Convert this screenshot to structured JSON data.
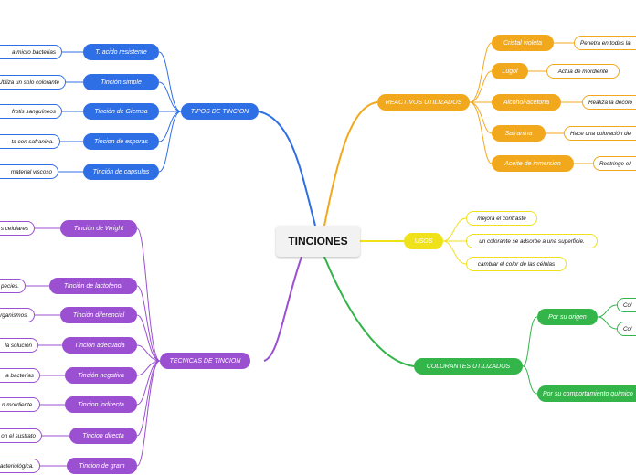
{
  "root": "TINCIONES",
  "tipos": {
    "label": "TIPOS DE TINCION",
    "items": [
      "T. acido resistente",
      "Tinción simple",
      "Tinción de Giemsa",
      "Tincion de esporas",
      "Tinción de capsulas"
    ],
    "leaves": [
      "a micro bacterias",
      "Utiliza un solo colorante",
      "frotis sanguíneos",
      "ta con safranina.",
      "material viscoso"
    ]
  },
  "tecnicas": {
    "label": "TECNICAS  DE  TINCION",
    "items": [
      "Tinción de Wright",
      "Tinción  de lactofenol",
      "Tinción diferencial",
      "Tinción adecuada",
      "Tinción negativa",
      "Tincion indirecta",
      "Tincion directa",
      "Tincion de gram"
    ],
    "leaves": [
      "s celulares",
      "pecies.",
      "rganismos.",
      "la solución",
      "a bacterias",
      "n mordiente.",
      "on el sustrato",
      "acteriológica."
    ]
  },
  "reactivos": {
    "label": "REACTIVOS UTILIZADOS",
    "items": [
      "Cristal violeta",
      "Lugol",
      "Alcohol-acetona",
      "Safranina",
      "Aceite de inmersion"
    ],
    "leaves": [
      "Penetra en todas la",
      "Actúa de mordiente",
      "Realiza la decolo",
      "Hace una coloración de",
      "Restringe el"
    ]
  },
  "usos": {
    "label": "USOS",
    "leaves": [
      "mejora el contraste",
      "un colorante se adsorbe a una superficie.",
      "cambiar el color de las células"
    ]
  },
  "colorantes": {
    "label": "COLORANTES UTILIZADOS",
    "items": [
      "Por su origen",
      "Por su comportamiento químico"
    ],
    "leaves": [
      "Col",
      "Col"
    ]
  },
  "colors": {
    "blue": "#2f6fe6",
    "purple": "#9b4fd1",
    "orange": "#f2a81d",
    "yellow": "#efe21a",
    "green": "#33b54a"
  }
}
